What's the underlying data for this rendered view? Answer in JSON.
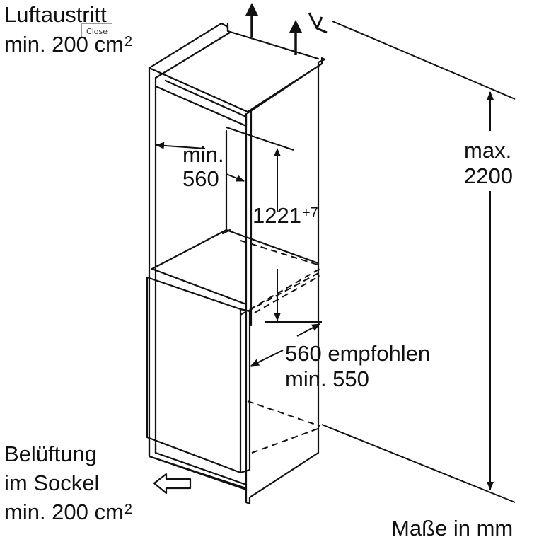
{
  "close_button": {
    "label": "Close"
  },
  "labels": {
    "air_outlet_line1": "Luftaustritt",
    "air_outlet_line2": "min. 200 cm",
    "air_outlet_sup": "2",
    "min_width_line1": "min.",
    "min_width_line2": "560",
    "height_value": "1221",
    "height_sup": "+7",
    "max_height_line1": "max.",
    "max_height_line2": "2200",
    "depth_line1": "560 empfohlen",
    "depth_line2": "min. 550",
    "vent_line1": "Belüftung",
    "vent_line2": "im Sockel",
    "vent_line3": "min. 200 cm",
    "vent_sup": "2",
    "units": "Maße in mm"
  },
  "colors": {
    "line": "#111111",
    "background": "#ffffff"
  }
}
